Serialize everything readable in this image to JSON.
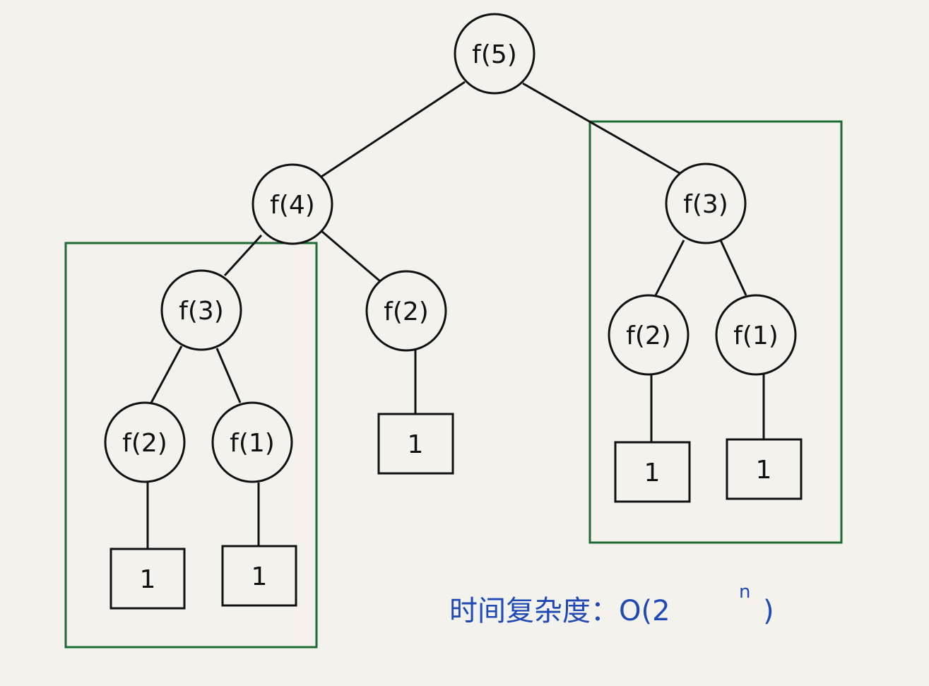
{
  "colors": {
    "background": "#f3f2ec",
    "ink": "#111111",
    "group_box": "#1e6b35",
    "note": "#1f49b3"
  },
  "nodes": [
    {
      "id": "root",
      "label": "f(5)"
    },
    {
      "id": "n4",
      "label": "f(4)"
    },
    {
      "id": "n3r",
      "label": "f(3)"
    },
    {
      "id": "n3l",
      "label": "f(3)"
    },
    {
      "id": "n2m",
      "label": "f(2)"
    },
    {
      "id": "n2ll",
      "label": "f(2)"
    },
    {
      "id": "n1ll",
      "label": "f(1)"
    },
    {
      "id": "n2rr",
      "label": "f(2)"
    },
    {
      "id": "n1rr",
      "label": "f(1)"
    }
  ],
  "leaves": [
    {
      "id": "leaf-a",
      "label": "1"
    },
    {
      "id": "leaf-b",
      "label": "1"
    },
    {
      "id": "leaf-c",
      "label": "1"
    },
    {
      "id": "leaf-d",
      "label": "1"
    },
    {
      "id": "leaf-e",
      "label": "1"
    }
  ],
  "note": {
    "text": "时间复杂度：O(2",
    "exponent": "n",
    "close": ")"
  }
}
